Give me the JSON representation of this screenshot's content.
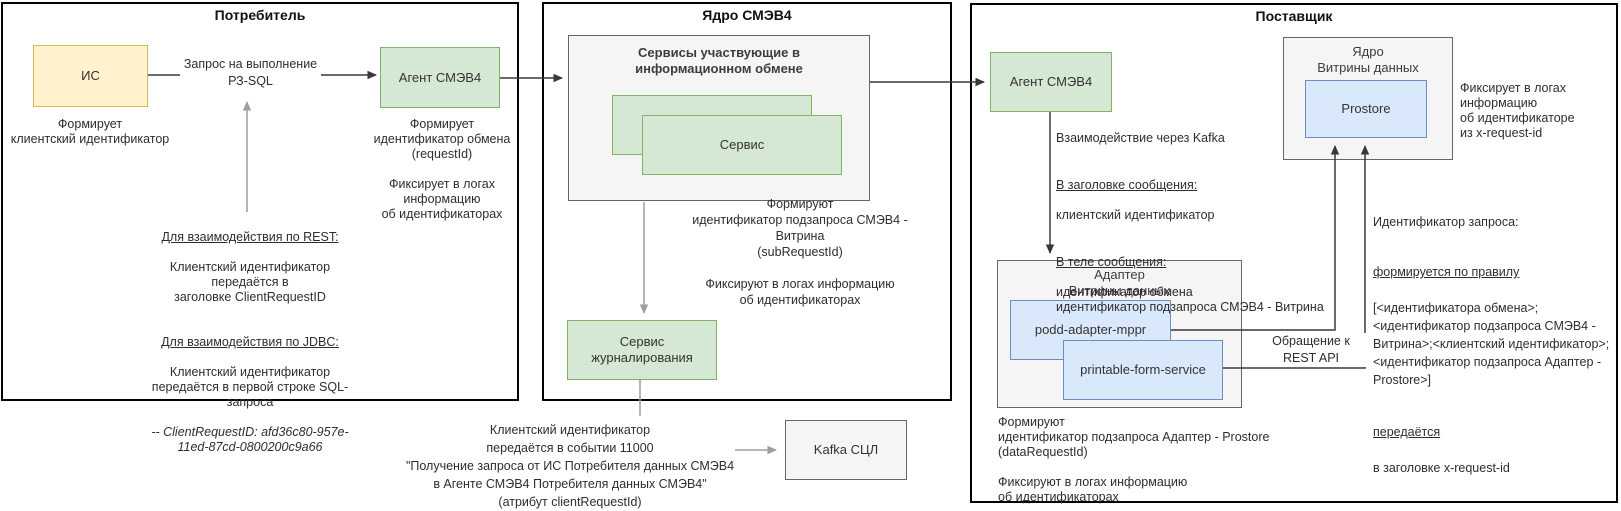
{
  "colors": {
    "yellow_fill": "#FFF2CC",
    "yellow_border": "#D6B656",
    "green_fill": "#D5E8D4",
    "green_border": "#82B366",
    "blue_fill": "#DAE8FC",
    "blue_border": "#6C8EBF",
    "gray_fill": "#F5F5F5",
    "gray_border": "#666666"
  },
  "consumer": {
    "title": "Потребитель",
    "is_label": "ИС",
    "is_note": "Формирует\nклиентский идентификатор",
    "request_label": "Запрос на выполнение\nРЗ-SQL",
    "agent_label": "Агент СМЭВ4",
    "agent_note": "Формирует\nидентификатор обмена\n(requestId)\n\nФиксирует в логах\nинформацию\nоб идентификаторах",
    "rest_header": "Для взаимодействия по REST:",
    "rest_body": "Клиентский идентификатор\nпередаётся в\nзаголовке ClientRequestID",
    "jdbc_header": "Для взаимодействия по JDBC:",
    "jdbc_body": "Клиентский идентификатор\nпередаётся в первой строке SQL-\nзапроса",
    "jdbc_example": "-- ClientRequestID: afd36c80-957e-\n11ed-87cd-0800200c9a66"
  },
  "core": {
    "title": "Ядро СМЭВ4",
    "services_title": "Сервисы участвующие в\nинформационном обмене",
    "service_label": "Сервис",
    "subrequest_note": "Формируют\nидентификатор подзапроса СМЭВ4 -\nВитрина\n(subRequestId)\n\nФиксируют в логах информацию\nоб идентификаторах",
    "logging_label": "Сервис\nжурналирования",
    "event_note": "Клиентский идентификатор\nпередаётся в событии 11000\n\"Получение запроса от ИС Потребителя данных СМЭВ4\nв Агенте СМЭВ4 Потребителя данных СМЭВ4\"\n(атрибут clientRequestId)",
    "kafka_label": "Kafka СЦЛ"
  },
  "provider": {
    "title": "Поставщик",
    "agent_label": "Агент СМЭВ4",
    "kafka_note": "Взаимодействие через Kafka",
    "msg_header_label": "В заголовке сообщения:",
    "msg_header_value": "клиентский идентификатор",
    "msg_body_label": "В теле сообщения:",
    "msg_body_value": "идентификатор обмена\nидентификатор подзапроса СМЭВ4 - Витрина",
    "adapter_title": "Адаптер\nВитрины данных",
    "podd_label": "podd-adapter-mppr",
    "pfs_label": "printable-form-service",
    "datacore_title": "Ядро\nВитрины данных",
    "prostore_label": "Prostore",
    "rest_api_label": "Обращение к\nREST API",
    "xrequest_note": "Фиксирует в логах\nинформацию\nоб идентификаторе\nиз x-request-id",
    "rules_title": "Идентификатор запроса:",
    "rules_rule_label": "формируется по правилу",
    "rules_rule_value": "[<идентификатора обмена>;\n<идентификатор подзапроса СМЭВ4 -\nВитрина>;<клиентский идентификатор>;\n<идентификатор подзапроса Адаптер -\nProstore>]",
    "rules_passed_label": "передаётся",
    "rules_passed_value": "в заголовке x-request-id",
    "datarequest_note": "Формируют\nидентификатор подзапроса Адаптер - Prostore\n(dataRequestId)\n\nФиксируют в логах информацию\nоб идентификаторах"
  }
}
